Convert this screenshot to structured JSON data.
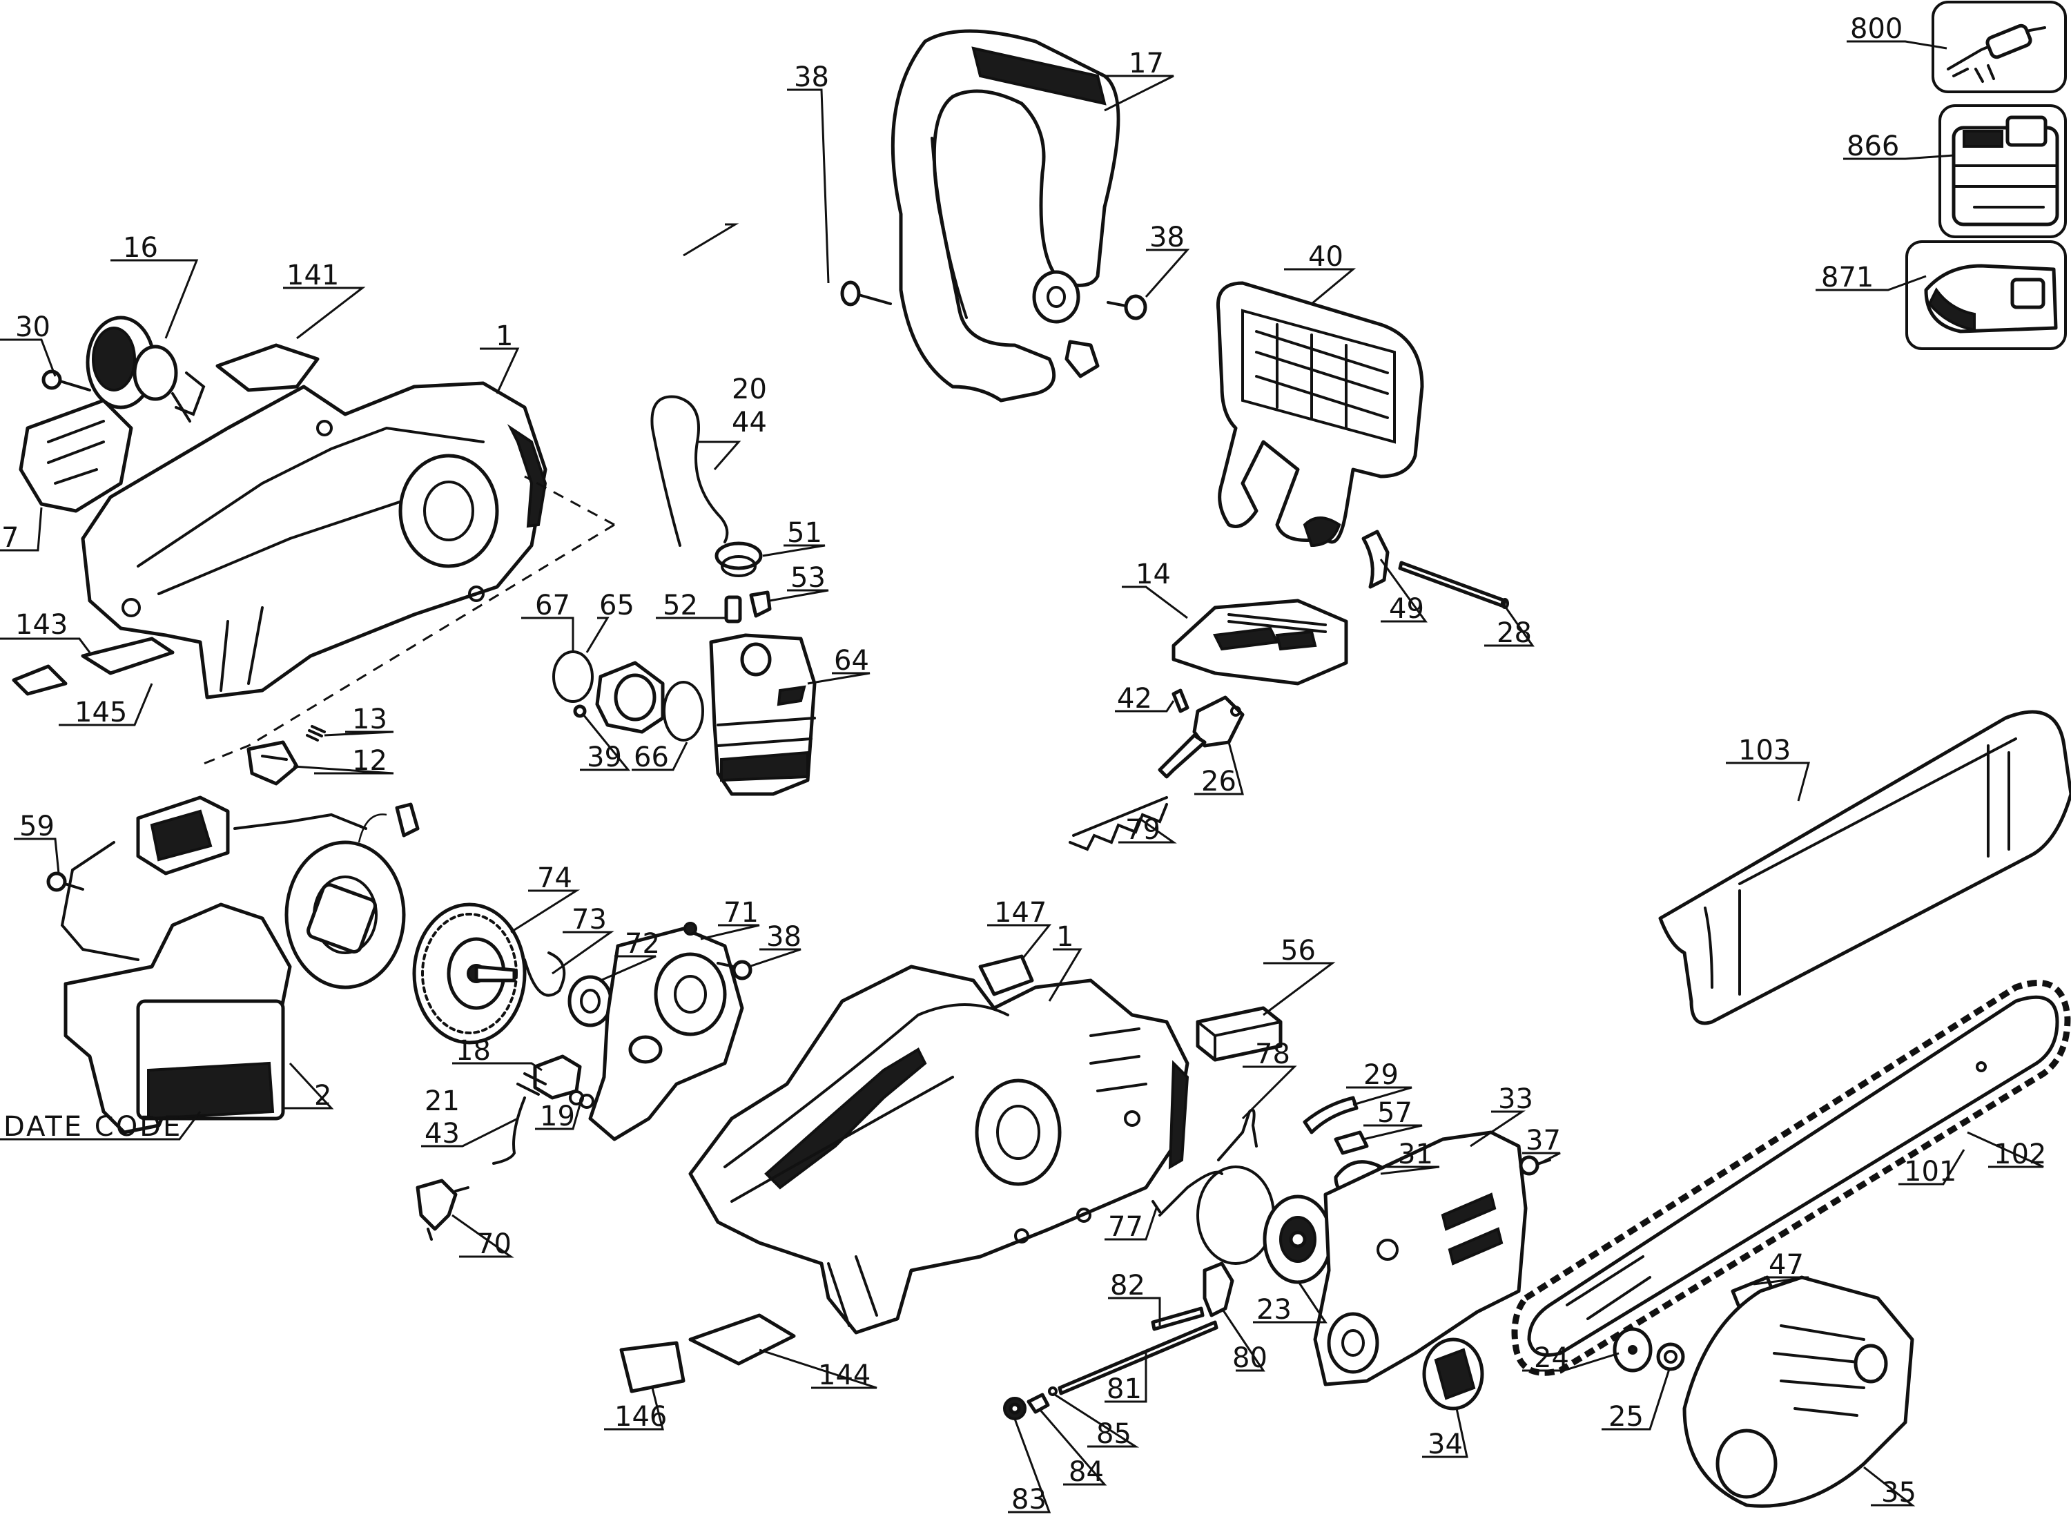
{
  "diagram": {
    "date_code_label": "DATE CODE",
    "callouts": {
      "c1_top": "1",
      "c1_mid": "1",
      "c2": "2",
      "c7": "7",
      "c12": "12",
      "c13": "13",
      "c14": "14",
      "c16": "16",
      "c17": "17",
      "c18": "18",
      "c19": "19",
      "c20": "20",
      "c21": "21",
      "c23": "23",
      "c24": "24",
      "c25": "25",
      "c26": "26",
      "c28": "28",
      "c29": "29",
      "c30": "30",
      "c31": "31",
      "c33": "33",
      "c34": "34",
      "c35": "35",
      "c37": "37",
      "c38_a": "38",
      "c38_b": "38",
      "c38_c": "38",
      "c39": "39",
      "c40": "40",
      "c42": "42",
      "c43": "43",
      "c44": "44",
      "c47": "47",
      "c49": "49",
      "c51": "51",
      "c52": "52",
      "c53": "53",
      "c56": "56",
      "c57": "57",
      "c59": "59",
      "c64": "64",
      "c65": "65",
      "c66": "66",
      "c67": "67",
      "c70": "70",
      "c71": "71",
      "c72": "72",
      "c73": "73",
      "c74": "74",
      "c77": "77",
      "c78": "78",
      "c79": "79",
      "c80": "80",
      "c81": "81",
      "c82": "82",
      "c83": "83",
      "c84": "84",
      "c85": "85",
      "c101": "101",
      "c102": "102",
      "c103": "103",
      "c141": "141",
      "c143": "143",
      "c144": "144",
      "c145": "145",
      "c146": "146",
      "c147": "147",
      "c800": "800",
      "c866": "866",
      "c871": "871"
    }
  }
}
